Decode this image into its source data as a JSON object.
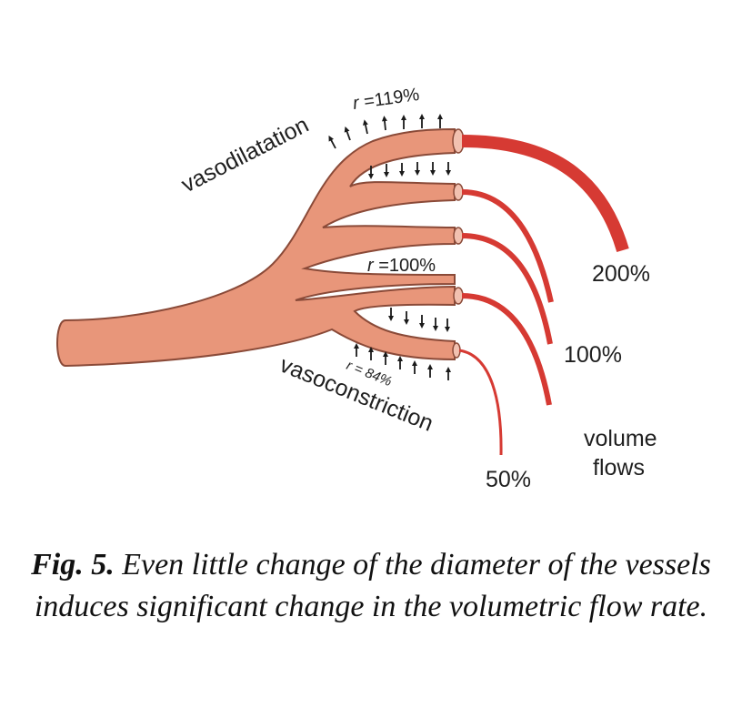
{
  "colors": {
    "vessel_fill": "#e8967a",
    "vessel_outline": "#8a4a38",
    "flow_line": "#d63a33",
    "arrow": "#1a1a1a"
  },
  "labels": {
    "dilation_radius_prefix": "r",
    "dilation_radius_value": " =119%",
    "dilation": "vasodilatation",
    "normal_radius_prefix": "r",
    "normal_radius_value": " =100%",
    "constriction_radius": "r = 84%",
    "constriction": "vasoconstriction"
  },
  "flows": {
    "high": "200%",
    "normal": "100%",
    "low": "50%",
    "legend_line1": "volume",
    "legend_line2": "flows"
  },
  "caption": {
    "label": "Fig. 5.",
    "text": "Even little change of the diameter of the vessels induces significant change in the volumetric flow rate."
  }
}
